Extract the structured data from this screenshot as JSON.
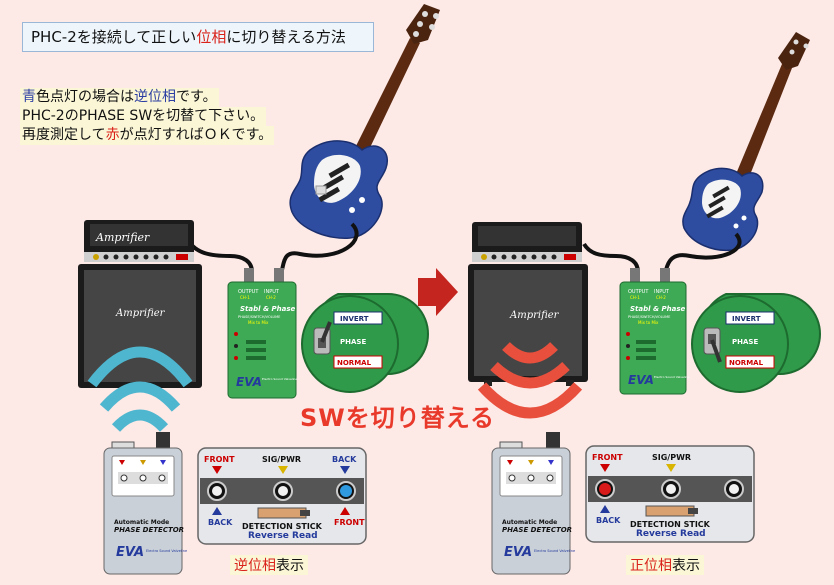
{
  "title": {
    "pre": "PHC-2を接続して正しい",
    "red": "位相",
    "post": "に切り替える方法"
  },
  "instructions": {
    "line1": {
      "blue1": "青",
      "t1": "色点灯の場合は",
      "blue2": "逆位相",
      "t2": "です。"
    },
    "line2": "PHC-2のPHASE SWを切替て下さい。",
    "line3": {
      "t1": "再度測定して",
      "red": "赤",
      "t2": "が点灯すればＯＫです。"
    }
  },
  "switch_text": "SWを切り替える",
  "left": {
    "caption": {
      "red": "逆位相",
      "rest": "表示"
    },
    "amp_head_label": "Amprifier",
    "cab_label": "Amprifier",
    "pedal": {
      "brand": "Stabl & Phase",
      "sub": "PHASE/SWITCH/VOLUME",
      "sub2": "Mix to Mix",
      "output": "OUTPUT",
      "output_ch": "CH-1",
      "input": "INPUT",
      "input_ch": "CH-2",
      "logo": "EVA",
      "logo_sub": "Electro Sound Valveline"
    },
    "zoom": {
      "invert": "INVERT",
      "phase": "PHASE",
      "normal": "NORMAL"
    },
    "detector": {
      "line1": "Automatic Mode",
      "line2": "PHASE DETECTOR",
      "logo": "EVA",
      "logo_sub": "Electro Sound Valveline"
    },
    "stick": {
      "front": "FRONT",
      "sig": "SIG/PWR",
      "back": "BACK",
      "back2": "BACK",
      "front2": "FRONT",
      "name": "DETECTION STICK",
      "sub": "Reverse Read"
    }
  },
  "right": {
    "caption": {
      "red": "正位相",
      "rest": "表示"
    },
    "cab_label": "Amprifier",
    "pedal": {
      "brand": "Stabl & Phase",
      "sub": "PHASE/SWITCH/VOLUME",
      "sub2": "Mix to Mix",
      "output": "OUTPUT",
      "output_ch": "CH-1",
      "input": "INPUT",
      "input_ch": "CH-2",
      "logo": "EVA",
      "logo_sub": "Electro Sound Valveline"
    },
    "zoom": {
      "invert": "INVERT",
      "phase": "PHASE",
      "normal": "NORMAL"
    },
    "detector": {
      "line1": "Automatic Mode",
      "line2": "PHASE DETECTOR",
      "logo": "EVA",
      "logo_sub": "Electro Sound Valveline"
    },
    "stick": {
      "front": "FRONT",
      "sig": "SIG/PWR",
      "back": "BACK",
      "name": "DETECTION STICK",
      "sub": "Reverse Read"
    }
  },
  "colors": {
    "red": "#d9231b",
    "blue": "#2d3fa3",
    "wave_blue": "#4fb6cf",
    "wave_red": "#e8503d",
    "pedal_green": "#3faa55",
    "zoom_green": "#2f9a4a",
    "arrow": "#c4261f",
    "guitar_body": "#2e4da0",
    "guitar_neck": "#5b2a10"
  },
  "icons": {
    "guitar": "electric-guitar-icon",
    "amp": "amplifier-icon",
    "arrow": "right-arrow-icon"
  }
}
